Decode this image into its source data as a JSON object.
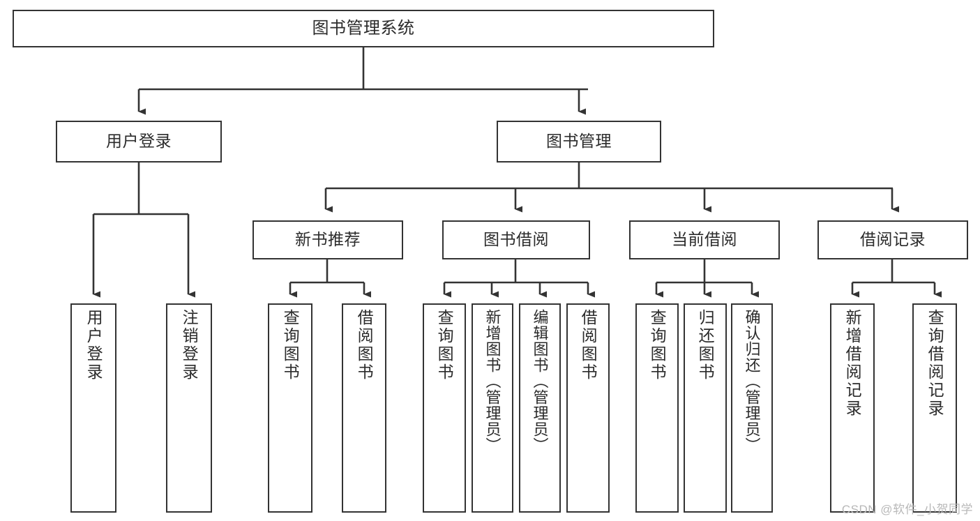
{
  "diagram": {
    "title": "图书管理系统",
    "watermark": "CSDN @软件_小贺同学",
    "colors": {
      "stroke": "#333333",
      "text": "#2b2b2b",
      "background": "#ffffff",
      "watermark": "#b8b8b8"
    },
    "root": {
      "id": "root",
      "label": "图书管理系统"
    },
    "level2": [
      {
        "id": "user-login",
        "label": "用户登录"
      },
      {
        "id": "book-management",
        "label": "图书管理"
      }
    ],
    "level3": [
      {
        "id": "new-book-recommend",
        "label": "新书推荐"
      },
      {
        "id": "book-borrow",
        "label": "图书借阅"
      },
      {
        "id": "current-borrow",
        "label": "当前借阅"
      },
      {
        "id": "borrow-record",
        "label": "借阅记录"
      }
    ],
    "leaves": {
      "user_login": [
        {
          "id": "leaf-user-login",
          "label": "用户登录"
        },
        {
          "id": "leaf-logout",
          "label": "注销登录"
        }
      ],
      "new_book_recommend": [
        {
          "id": "leaf-query-book-1",
          "label": "查询图书"
        },
        {
          "id": "leaf-borrow-book-1",
          "label": "借阅图书"
        }
      ],
      "book_borrow": [
        {
          "id": "leaf-query-book-2",
          "label": "查询图书"
        },
        {
          "id": "leaf-add-book",
          "label": "新增图书（管理员）"
        },
        {
          "id": "leaf-edit-book",
          "label": "编辑图书（管理员）"
        },
        {
          "id": "leaf-borrow-book-2",
          "label": "借阅图书"
        }
      ],
      "current_borrow": [
        {
          "id": "leaf-query-book-3",
          "label": "查询图书"
        },
        {
          "id": "leaf-return-book",
          "label": "归还图书"
        },
        {
          "id": "leaf-confirm-return",
          "label": "确认归还（管理员）"
        }
      ],
      "borrow_record": [
        {
          "id": "leaf-add-record",
          "label": "新增借阅记录"
        },
        {
          "id": "leaf-query-record",
          "label": "查询借阅记录"
        }
      ]
    }
  }
}
